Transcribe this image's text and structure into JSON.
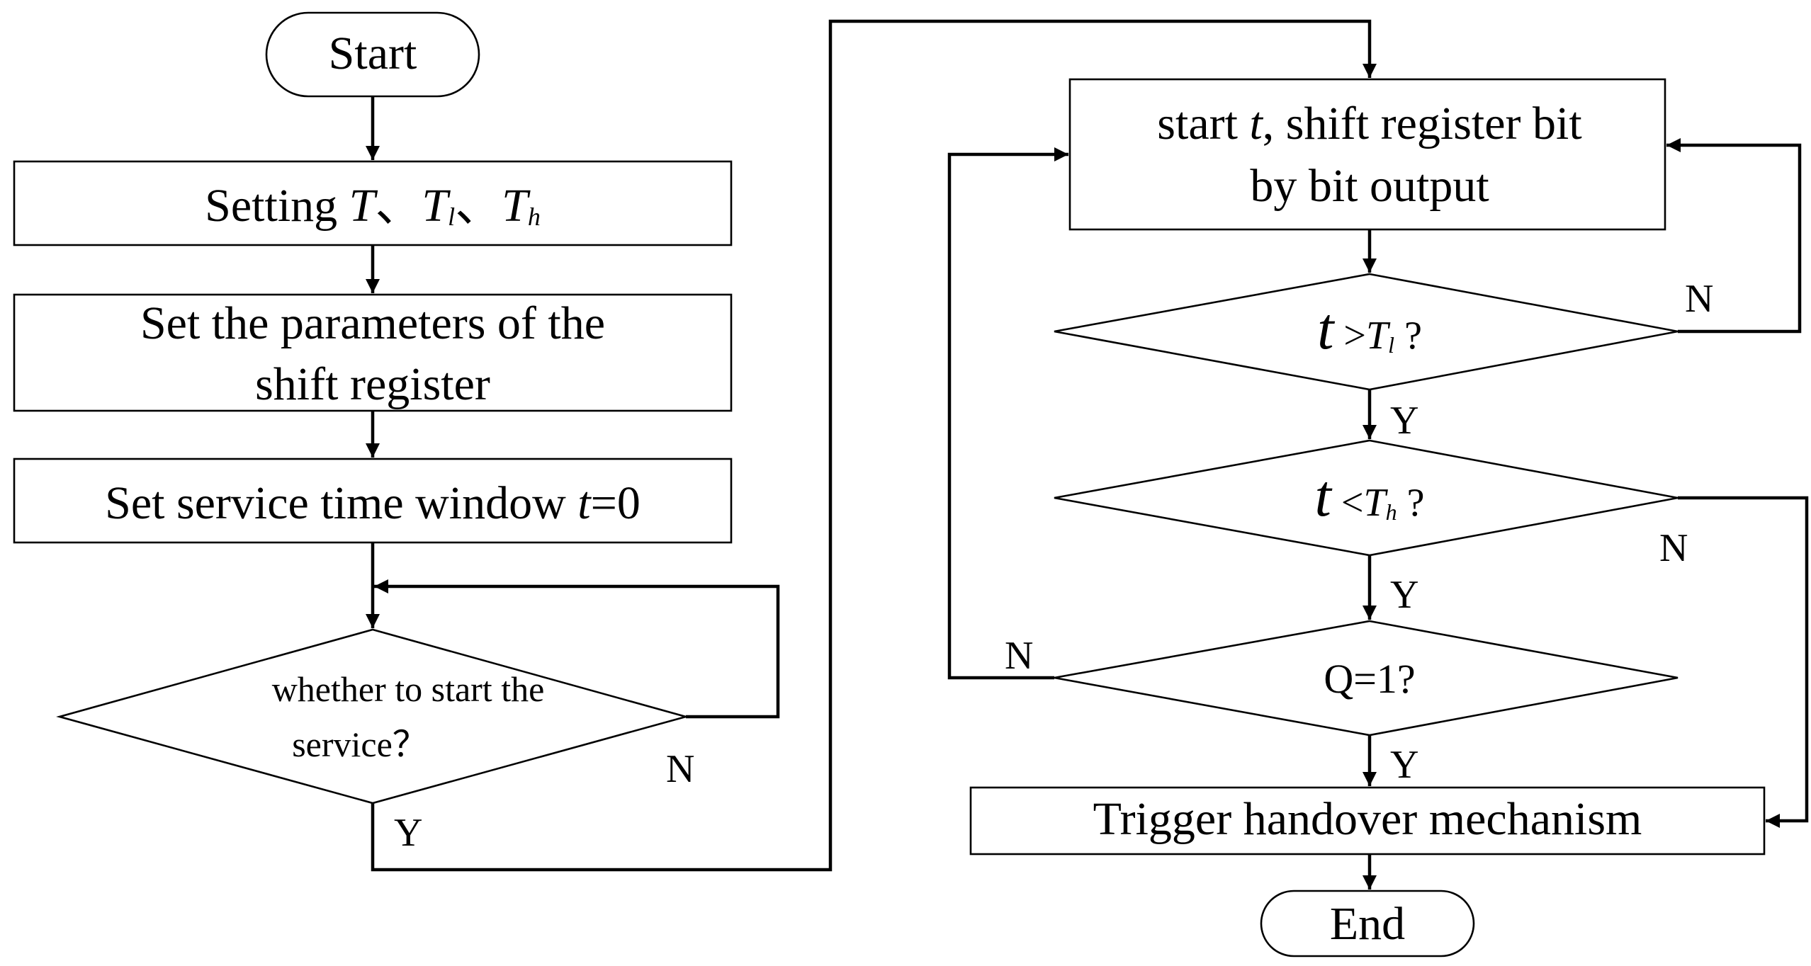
{
  "nodes": {
    "start": "Start",
    "set_t": {
      "prefix": "Setting ",
      "T": "T",
      "sep1": "、",
      "Tl": "T",
      "Tl_sub": "l",
      "sep2": "、",
      "Th": "T",
      "Th_sub": "h"
    },
    "set_params": {
      "line1": "Set the parameters of the",
      "line2": "shift register"
    },
    "set_window": {
      "prefix": "Set service time window ",
      "var": "t",
      "suffix": "=0"
    },
    "whether_start": {
      "line1": "whether to start the",
      "line2": "service？"
    },
    "start_t": {
      "line1_prefix": "start ",
      "line1_var": "t",
      "line1_suffix": ", shift register bit",
      "line2": "by bit output"
    },
    "cond_tl": {
      "var": "t",
      "op": " >",
      "T": "T",
      "sub": "l",
      "q": " ?"
    },
    "cond_th": {
      "var": "t",
      "op": " <",
      "T": "T",
      "sub": "h",
      "q": " ?"
    },
    "cond_q": "Q=1?",
    "handover": "Trigger handover mechanism",
    "end": "End"
  },
  "branch_labels": {
    "yes": "Y",
    "no": "N"
  }
}
